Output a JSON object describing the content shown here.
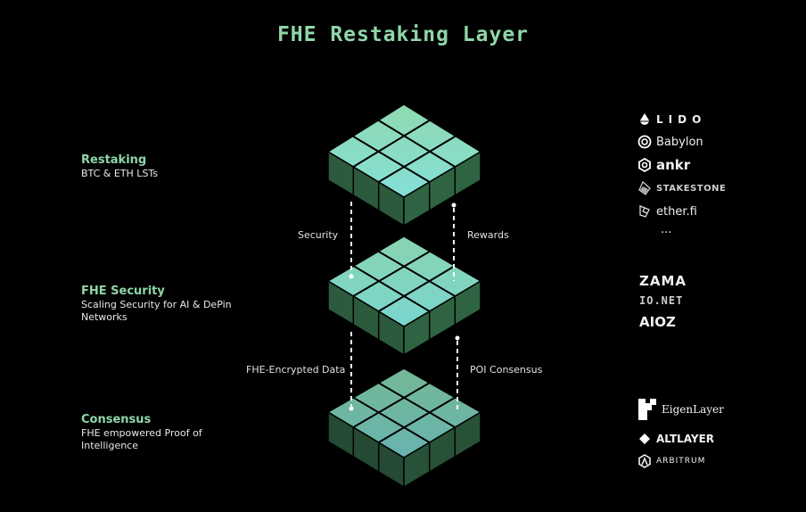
{
  "title": "FHE Restaking Layer",
  "layers": [
    {
      "heading": "Restaking",
      "description": "BTC & ETH LSTs"
    },
    {
      "heading": "FHE Security",
      "description": "Scaling Security for AI & DePin Networks"
    },
    {
      "heading": "Consensus",
      "description": "FHE empowered Proof of Intelligence"
    }
  ],
  "flows": {
    "upper_left": "Security",
    "upper_right": "Rewards",
    "lower_left": "FHE-Encrypted Data",
    "lower_right": "POI Consensus"
  },
  "partners": {
    "restaking": [
      "LIDO",
      "Babylon",
      "ankr",
      "STAKESTONE",
      "ether.fi",
      "..."
    ],
    "fhe_security": [
      "ZAMA",
      "IO.NET",
      "AIOZ"
    ],
    "consensus": [
      "EigenLayer",
      "ALTLAYER",
      "ARBITRUM"
    ]
  },
  "colors": {
    "background": "#000000",
    "accent": "#8fd6a8",
    "cube_top_light": "#86dcc0",
    "cube_side": "#2a5a3a"
  }
}
